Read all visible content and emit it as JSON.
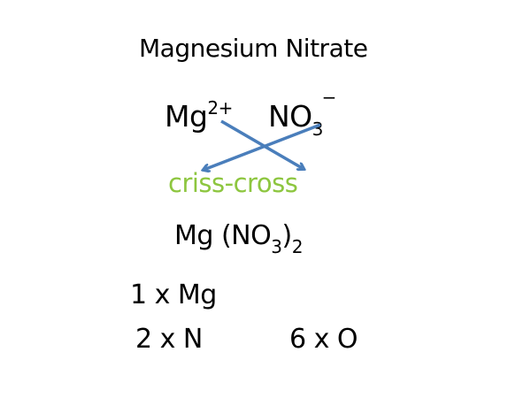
{
  "slide": {
    "title": "Magnesium Nitrate",
    "ions": {
      "cation": {
        "symbol": "Mg",
        "charge": "2+"
      },
      "anion": {
        "symbol": "NO",
        "subscript": "3",
        "charge": "−"
      }
    },
    "method_label": "criss-cross",
    "formula": {
      "metal": "Mg",
      "open": " (NO",
      "inner_sub": "3",
      "close": ")",
      "outer_sub": "2"
    },
    "atom_counts": [
      {
        "label": "1 x Mg"
      },
      {
        "label": "2 x N"
      },
      {
        "label": "6 x O"
      }
    ],
    "colors": {
      "text": "#000000",
      "method_label": "#8dc63f",
      "arrows": "#4a7ebb"
    }
  }
}
